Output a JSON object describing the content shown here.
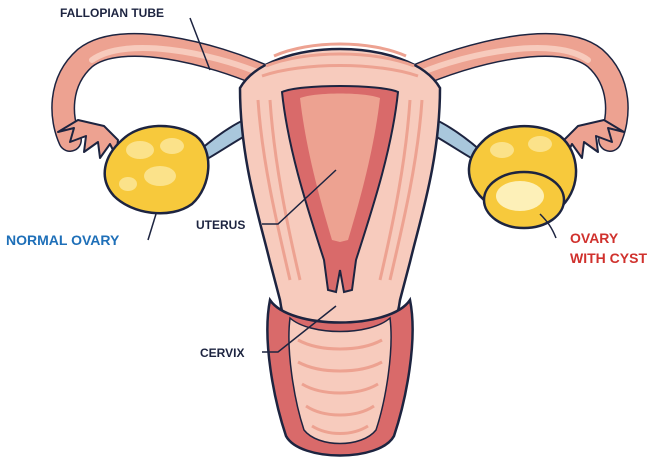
{
  "labels": {
    "fallopian_tube": "FALLOPIAN TUBE",
    "normal_ovary": "NORMAL OVARY",
    "uterus": "UTERUS",
    "cervix": "CERVIX",
    "ovary_with_cyst_line1": "OVARY",
    "ovary_with_cyst_line2": "WITH CYST"
  },
  "colors": {
    "label_dark": "#1d2440",
    "label_normal_ovary": "#1e6fb8",
    "label_cyst": "#d0312d",
    "tissue_light": "#f7cbbd",
    "tissue_mid": "#eda291",
    "tissue_dark": "#d96a6a",
    "ovary_yellow": "#f7c93c",
    "ovary_light": "#fbe28a",
    "ligament_blue": "#a9c7dc"
  }
}
